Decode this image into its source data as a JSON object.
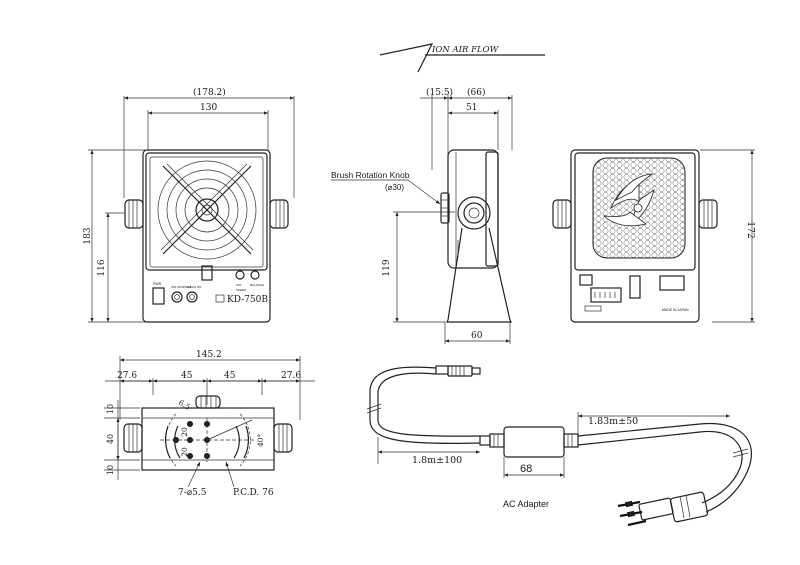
{
  "airflow_label": "ION AIR FLOW",
  "front_view": {
    "dim_overall_width": "(178.2)",
    "dim_fan_width": "130",
    "dim_height": "183",
    "dim_knob_height": "116",
    "model": "KD-750B",
    "small_labels": [
      "PWR",
      "ION MONITOR",
      "CLEAN ON",
      "ION",
      "BALANCE",
      "SPEED"
    ]
  },
  "side_view": {
    "dim_front_offset": "(15.5)",
    "dim_depth": "(66)",
    "dim_body_depth": "51",
    "dim_pivot_height": "119",
    "dim_base_depth": "60",
    "knob_callout": "Brush Rotation Knob",
    "knob_diameter": "(⌀30)"
  },
  "rear_view": {
    "dim_height": "172",
    "small_labels": [
      "MADE IN JAPAN"
    ]
  },
  "bottom_view": {
    "dim_overall": "145.2",
    "dim_left_margin": "27.6",
    "dim_pitch_1": "45",
    "dim_pitch_2": "45",
    "dim_right_margin": "27.6",
    "dim_top": "10",
    "dim_middle": "40",
    "dim_bottom": "10",
    "dim_hole_gap_a": "20",
    "dim_hole_gap_b": "20",
    "dim_slot": "6.5",
    "dim_angle": "40°",
    "holes_callout": "7-⌀5.5",
    "pcd_callout": "P.C.D. 76"
  },
  "ac_adapter": {
    "label": "AC Adapter",
    "cord_length_1": "1.83m±50",
    "cord_length_2": "1.8m±100",
    "adapter_length": "68"
  }
}
